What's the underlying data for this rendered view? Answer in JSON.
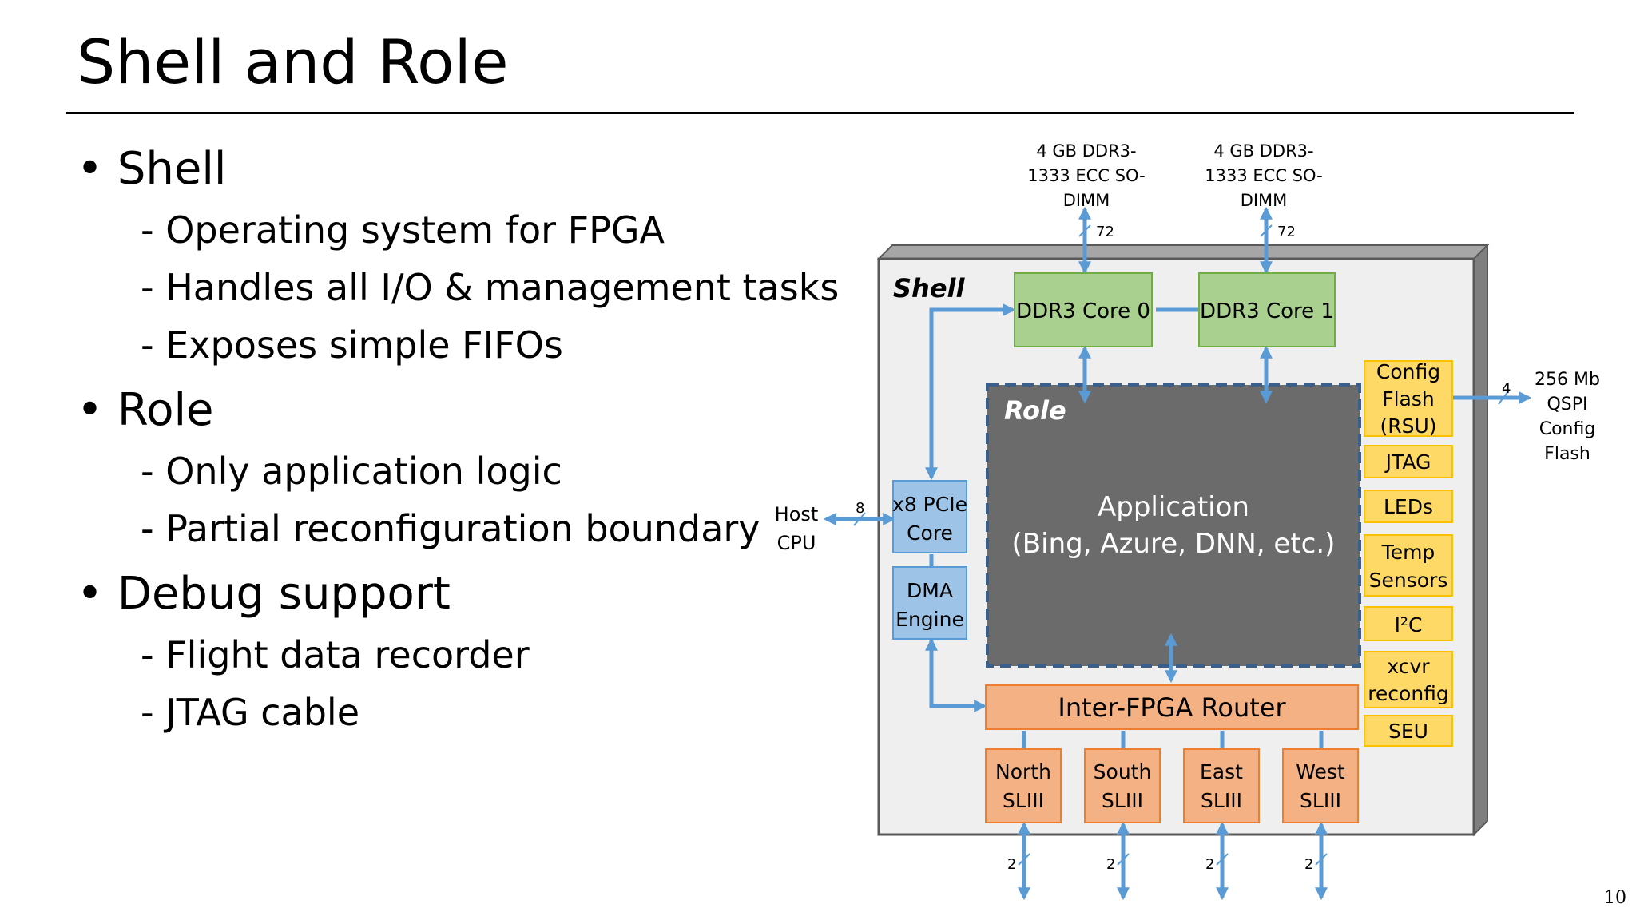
{
  "slide": {
    "title": "Shell and Role",
    "page_number": "10",
    "bullets": [
      {
        "text": "• Shell",
        "subs": [
          "- Operating system for FPGA",
          "- Handles all I/O & management tasks",
          "- Exposes simple FIFOs"
        ]
      },
      {
        "text": "• Role",
        "subs": [
          "- Only application logic",
          "- Partial reconfiguration boundary"
        ]
      },
      {
        "text": "• Debug support",
        "subs": [
          "- Flight data recorder",
          "- JTAG cable"
        ]
      }
    ]
  },
  "diagram": {
    "colors": {
      "shell_bg": "#efefef",
      "role_bg": "#6b6b6b",
      "green": "#a9d08e",
      "blue": "#9dc3e6",
      "orange": "#f4b183",
      "yellow": "#ffd966",
      "arrow": "#5b9bd5"
    },
    "shell_label": "Shell",
    "role_label": "Role",
    "application": {
      "line1": "Application",
      "line2": "(Bing, Azure, DNN, etc.)"
    },
    "ddr_cores": [
      "DDR3 Core 0",
      "DDR3 Core 1"
    ],
    "dimm_label": [
      "4 GB DDR3-",
      "1333 ECC SO-",
      "DIMM"
    ],
    "dimm_width": "72",
    "pcie": [
      "x8 PCIe",
      "Core"
    ],
    "dma": [
      "DMA",
      "Engine"
    ],
    "host": [
      "Host",
      "CPU"
    ],
    "host_width": "8",
    "router": "Inter-FPGA Router",
    "slii": [
      [
        "North",
        "SLIII"
      ],
      [
        "South",
        "SLIII"
      ],
      [
        "East",
        "SLIII"
      ],
      [
        "West",
        "SLIII"
      ]
    ],
    "slii_width": "2",
    "side": [
      [
        "Config",
        "Flash",
        "(RSU)"
      ],
      [
        "JTAG"
      ],
      [
        "LEDs"
      ],
      [
        "Temp",
        "Sensors"
      ],
      [
        "I²C"
      ],
      [
        "xcvr",
        "reconfig"
      ],
      [
        "SEU"
      ]
    ],
    "flash_width": "4",
    "qspi": [
      "256 Mb",
      "QSPI",
      "Config",
      "Flash"
    ]
  }
}
